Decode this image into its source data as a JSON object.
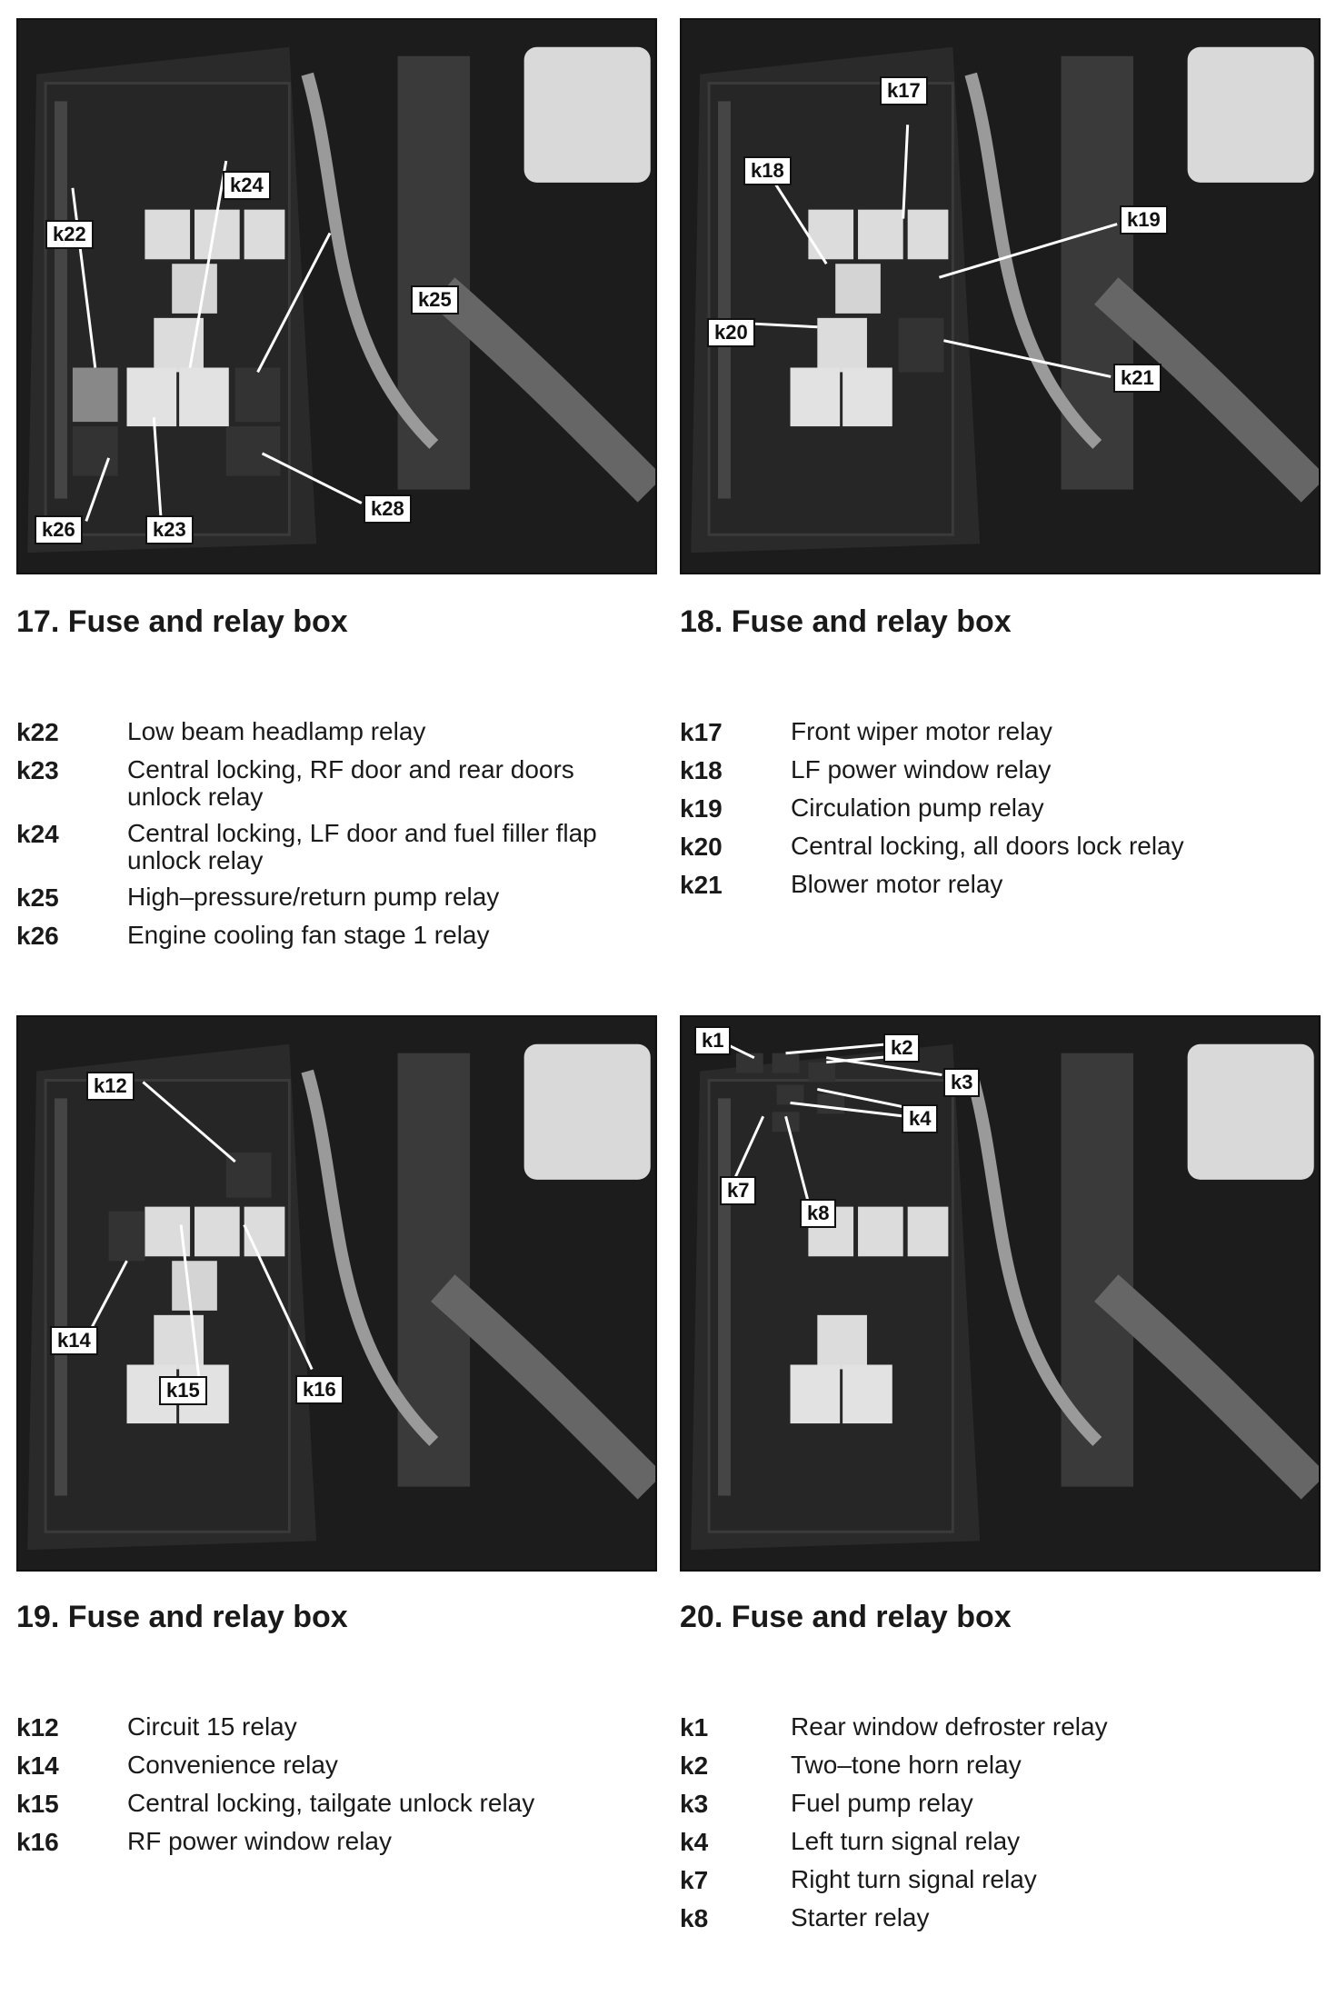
{
  "figures": [
    {
      "caption": "17.  Fuse and relay box",
      "labels": [
        "k22",
        "k24",
        "k25",
        "k26",
        "k23",
        "k28"
      ],
      "items": [
        {
          "code": "k22",
          "desc": "Low beam headlamp relay"
        },
        {
          "code": "k23",
          "desc": "Central locking, RF door and rear doors unlock relay"
        },
        {
          "code": "k24",
          "desc": "Central locking, LF door and fuel filler flap unlock relay"
        },
        {
          "code": "k25",
          "desc": "High–pressure/return pump relay"
        },
        {
          "code": "k26",
          "desc": "Engine cooling fan stage 1 relay"
        }
      ]
    },
    {
      "caption": "18.  Fuse and relay box",
      "labels": [
        "k17",
        "k18",
        "k19",
        "k20",
        "k21"
      ],
      "items": [
        {
          "code": "k17",
          "desc": "Front wiper motor relay"
        },
        {
          "code": "k18",
          "desc": "LF power window relay"
        },
        {
          "code": "k19",
          "desc": "Circulation pump relay"
        },
        {
          "code": "k20",
          "desc": "Central locking, all doors lock relay"
        },
        {
          "code": "k21",
          "desc": "Blower motor relay"
        }
      ]
    },
    {
      "caption": "19.  Fuse and relay box",
      "labels": [
        "k12",
        "k14",
        "k15",
        "k16"
      ],
      "items": [
        {
          "code": "k12",
          "desc": "Circuit 15 relay"
        },
        {
          "code": "k14",
          "desc": "Convenience relay"
        },
        {
          "code": "k15",
          "desc": "Central locking, tailgate unlock relay"
        },
        {
          "code": "k16",
          "desc": "RF power window relay"
        }
      ]
    },
    {
      "caption": "20.  Fuse and relay box",
      "labels": [
        "k1",
        "k2",
        "k3",
        "k4",
        "k7",
        "k8"
      ],
      "items": [
        {
          "code": "k1",
          "desc": "Rear window defroster relay"
        },
        {
          "code": "k2",
          "desc": "Two–tone horn relay"
        },
        {
          "code": "k3",
          "desc": "Fuel pump relay"
        },
        {
          "code": "k4",
          "desc": "Left turn signal relay"
        },
        {
          "code": "k7",
          "desc": "Right turn signal relay"
        },
        {
          "code": "k8",
          "desc": "Starter relay"
        }
      ]
    }
  ]
}
